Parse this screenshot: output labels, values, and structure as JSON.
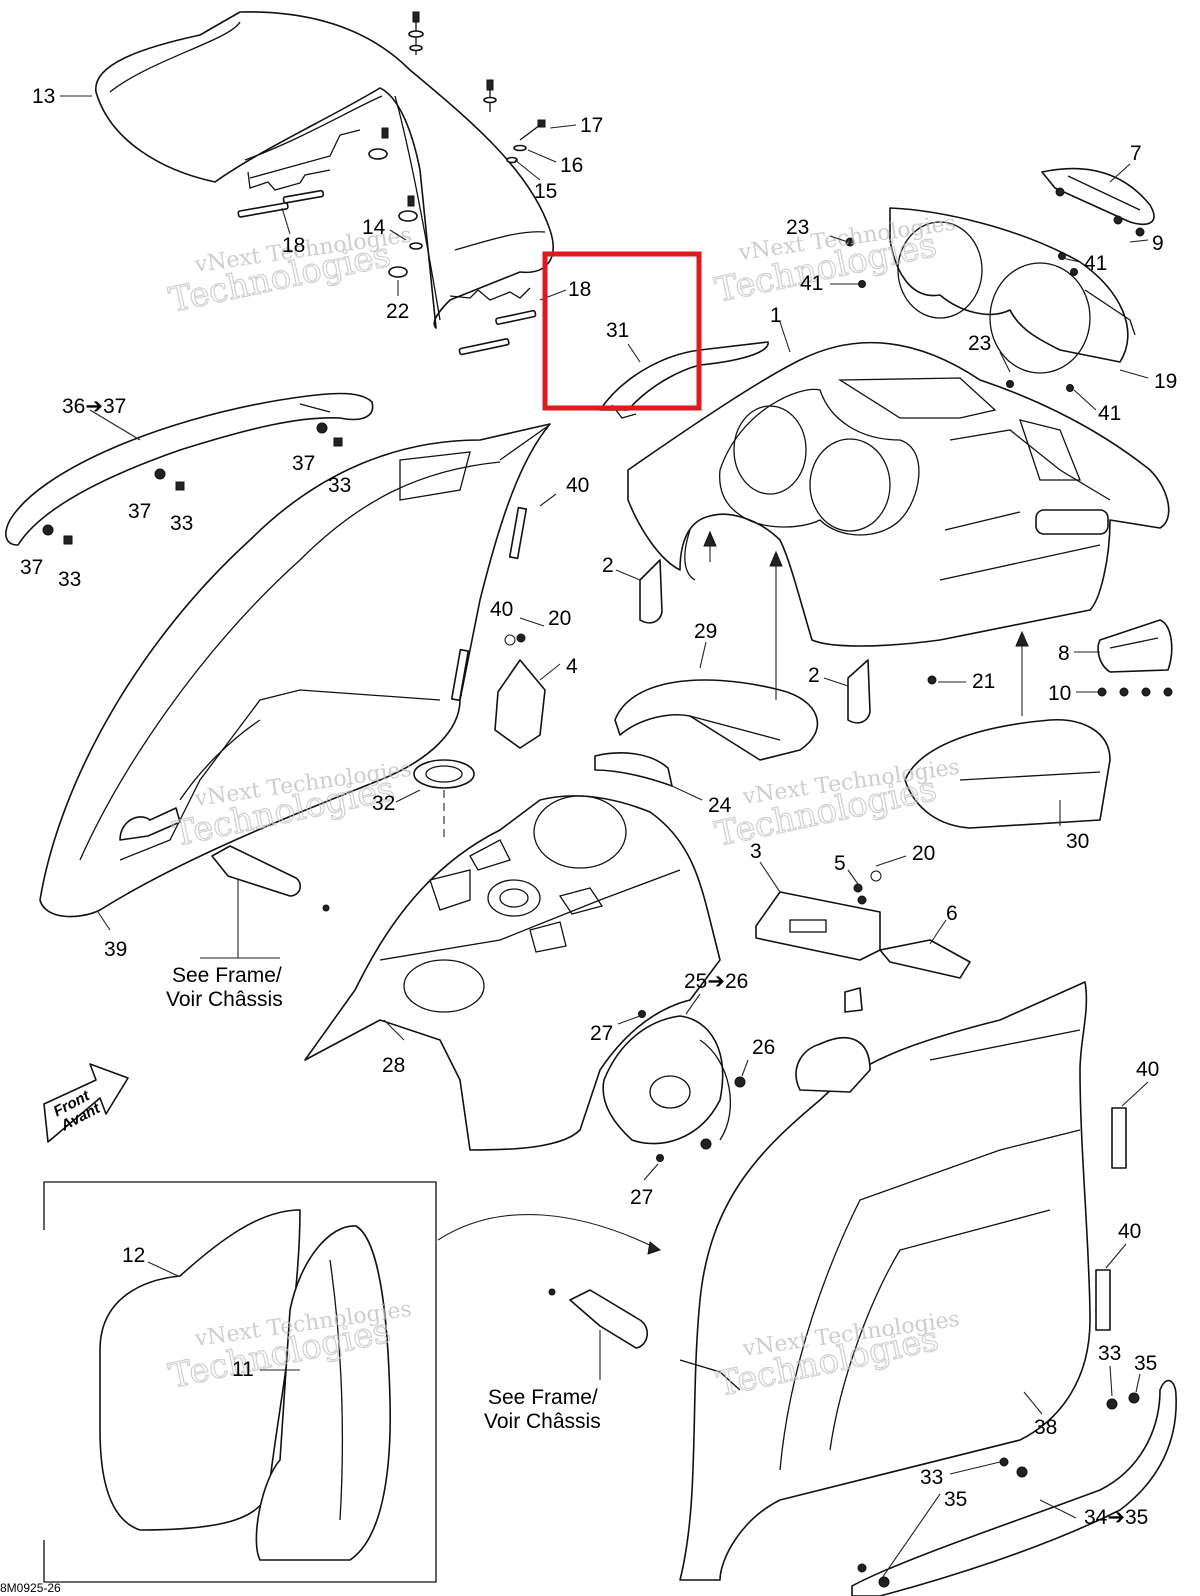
{
  "diagram": {
    "doc_code": "8M0925-26",
    "watermark": {
      "line1": "vNext Technologies",
      "line2": "Technologies"
    },
    "front_arrow": {
      "line1": "Front",
      "line2": "Avant"
    },
    "see_frame_notes": [
      {
        "line1": "See Frame/",
        "line2": "Voir Châssis"
      },
      {
        "line1": "See Frame/",
        "line2": "Voir Châssis"
      }
    ],
    "highlight": {
      "color": "#e0191e",
      "contains": [
        "18",
        "31"
      ]
    },
    "callouts": [
      {
        "id": "13",
        "text": "13"
      },
      {
        "id": "17",
        "text": "17"
      },
      {
        "id": "16",
        "text": "16"
      },
      {
        "id": "15",
        "text": "15"
      },
      {
        "id": "18a",
        "text": "18"
      },
      {
        "id": "14",
        "text": "14"
      },
      {
        "id": "22",
        "text": "22"
      },
      {
        "id": "18b",
        "text": "18"
      },
      {
        "id": "31",
        "text": "31"
      },
      {
        "id": "7",
        "text": "7"
      },
      {
        "id": "9",
        "text": "9"
      },
      {
        "id": "23a",
        "text": "23"
      },
      {
        "id": "41a",
        "text": "41"
      },
      {
        "id": "41b",
        "text": "41"
      },
      {
        "id": "1",
        "text": "1"
      },
      {
        "id": "23b",
        "text": "23"
      },
      {
        "id": "19",
        "text": "19"
      },
      {
        "id": "41c",
        "text": "41"
      },
      {
        "id": "36-37",
        "text": "36➔37"
      },
      {
        "id": "37a",
        "text": "37"
      },
      {
        "id": "33a",
        "text": "33"
      },
      {
        "id": "37b",
        "text": "37"
      },
      {
        "id": "33b",
        "text": "33"
      },
      {
        "id": "37c",
        "text": "37"
      },
      {
        "id": "33c",
        "text": "33"
      },
      {
        "id": "40a",
        "text": "40"
      },
      {
        "id": "40b",
        "text": "40"
      },
      {
        "id": "2a",
        "text": "2"
      },
      {
        "id": "20a",
        "text": "20"
      },
      {
        "id": "4",
        "text": "4"
      },
      {
        "id": "29",
        "text": "29"
      },
      {
        "id": "2b",
        "text": "2"
      },
      {
        "id": "8",
        "text": "8"
      },
      {
        "id": "21",
        "text": "21"
      },
      {
        "id": "10",
        "text": "10"
      },
      {
        "id": "32",
        "text": "32"
      },
      {
        "id": "24",
        "text": "24"
      },
      {
        "id": "30",
        "text": "30"
      },
      {
        "id": "3",
        "text": "3"
      },
      {
        "id": "5",
        "text": "5"
      },
      {
        "id": "20b",
        "text": "20"
      },
      {
        "id": "6",
        "text": "6"
      },
      {
        "id": "39",
        "text": "39"
      },
      {
        "id": "25-26",
        "text": "25➔26"
      },
      {
        "id": "27a",
        "text": "27"
      },
      {
        "id": "26",
        "text": "26"
      },
      {
        "id": "28",
        "text": "28"
      },
      {
        "id": "27b",
        "text": "27"
      },
      {
        "id": "40c",
        "text": "40"
      },
      {
        "id": "40d",
        "text": "40"
      },
      {
        "id": "12",
        "text": "12"
      },
      {
        "id": "11",
        "text": "11"
      },
      {
        "id": "33d",
        "text": "33"
      },
      {
        "id": "35a",
        "text": "35"
      },
      {
        "id": "38",
        "text": "38"
      },
      {
        "id": "33e",
        "text": "33"
      },
      {
        "id": "35b",
        "text": "35"
      },
      {
        "id": "34-35",
        "text": "34➔35"
      }
    ]
  }
}
